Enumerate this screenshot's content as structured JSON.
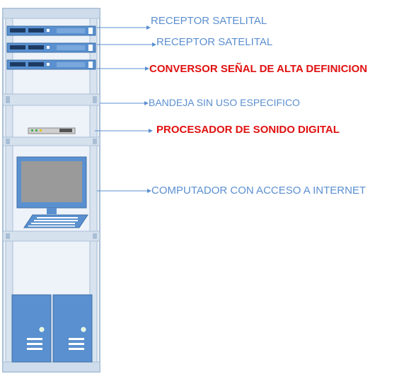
{
  "labels": {
    "receptor1": "RECEPTOR SATELITAL",
    "receptor2": "RECEPTOR SATELITAL",
    "conversor": "CONVERSOR SEÑAL DE ALTA DEFINICION",
    "bandeja": "BANDEJA SIN USO ESPECIFICO",
    "procesador": "PROCESADOR DE SONIDO DIGITAL",
    "computador": "COMPUTADOR CON ACCESO A INTERNET"
  },
  "colors": {
    "rack_outline": "#a9bfd6",
    "rack_fill": "#e3ecf5",
    "device_blue": "#5a90cf",
    "device_dark": "#1d3a63",
    "label_blue": "#5b8fd0",
    "label_red": "#e01010",
    "arrow": "#5b8fd0"
  }
}
